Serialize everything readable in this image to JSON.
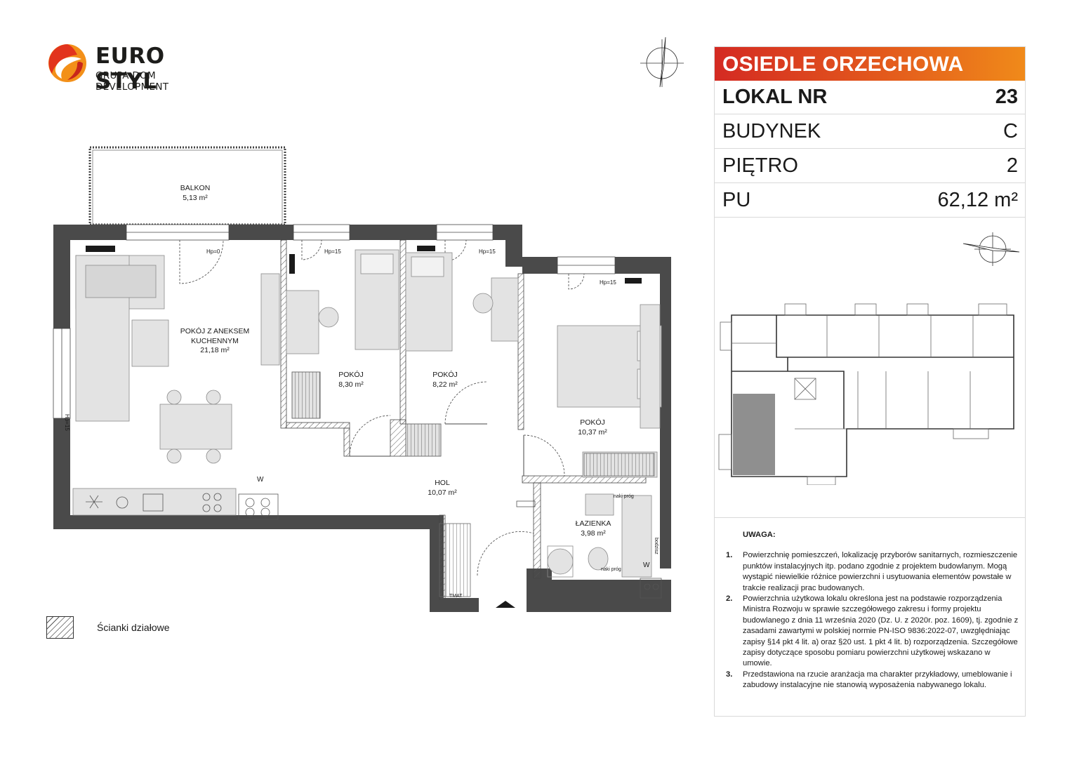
{
  "logo": {
    "brand": "EURO STYL",
    "tagline": "GRUPA DOM DEVELOPMENT",
    "colors": {
      "primary": "#e2341d",
      "secondary": "#f39019"
    }
  },
  "info": {
    "header": "OSIEDLE ORZECHOWA",
    "header_colors": [
      "#d42a22",
      "#f08a1a"
    ],
    "rows": [
      {
        "label": "LOKAL NR",
        "value": "23"
      },
      {
        "label": "BUDYNEK",
        "value": "C"
      },
      {
        "label": "PIĘTRO",
        "value": "2"
      },
      {
        "label": "PU",
        "value": "62,12 m²"
      }
    ]
  },
  "rooms": {
    "balkon": {
      "name": "BALKON",
      "area": "5,13 m²"
    },
    "salon": {
      "name_line1": "POKÓJ Z ANEKSEM",
      "name_line2": "KUCHENNYM",
      "area": "21,18 m²"
    },
    "pokoj1": {
      "name": "POKÓJ",
      "area": "8,30 m²"
    },
    "pokoj2": {
      "name": "POKÓJ",
      "area": "8,22 m²"
    },
    "pokoj3": {
      "name": "POKÓJ",
      "area": "10,37 m²"
    },
    "hol": {
      "name": "HOL",
      "area": "10,07 m²"
    },
    "lazienka": {
      "name": "ŁAZIENKA",
      "area": "3,98 m²"
    }
  },
  "plan_marks": {
    "hp0": "Hp=0",
    "hp15_a": "Hp=15",
    "hp15_b": "Hp=15",
    "hp15_c": "Hp=15",
    "hp15_side": "Hp=15",
    "w1": "W",
    "w2": "W",
    "naki_prog_1": "naki próg",
    "naki_prog_2": "naki próg",
    "bodzisz": "bodzisz",
    "tmat": "TMAT"
  },
  "legend": {
    "label": "Ścianki działowe"
  },
  "notes": {
    "title": "UWAGA:",
    "items": [
      {
        "num": "1.",
        "text": "Powierzchnię pomieszczeń, lokalizację przyborów sanitarnych, rozmieszczenie punktów instalacyjnych itp. podano zgodnie z projektem budowlanym. Mogą wystąpić niewielkie różnice powierzchni i usytuowania elementów powstałe w trakcie realizacji prac budowanych."
      },
      {
        "num": "2.",
        "text": "Powierzchnia użytkowa lokalu określona jest na podstawie rozporządzenia Ministra Rozwoju w sprawie szczegółowego zakresu i formy projektu budowlanego z dnia 11 września 2020 (Dz. U. z 2020r. poz. 1609), tj. zgodnie z zasadami zawartymi w polskiej normie PN-ISO 9836:2022-07, uwzględniając zapisy §14 pkt 4 lit. a) oraz §20 ust. 1 pkt 4 lit. b) rozporządzenia. Szczegółowe zapisy dotyczące sposobu pomiaru powierzchni użytkowej wskazano w umowie."
      },
      {
        "num": "3.",
        "text": "Przedstawiona na rzucie aranżacja ma charakter przykładowy, umeblowanie i zabudowy instalacyjne nie stanowią wyposażenia nabywanego lokalu."
      }
    ]
  }
}
